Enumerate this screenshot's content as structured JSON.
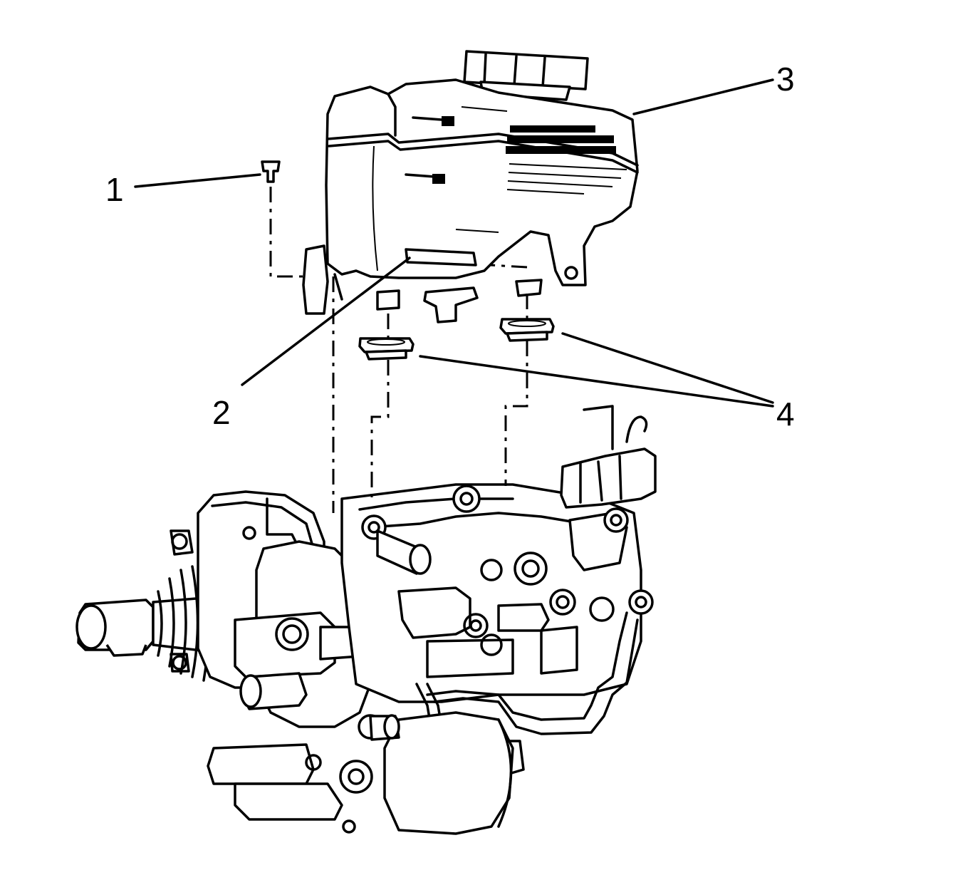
{
  "callouts": [
    {
      "id": "1",
      "label": "1",
      "part": "reservoir-retaining-pin"
    },
    {
      "id": "2",
      "label": "2",
      "part": "reservoir-mounting-tab"
    },
    {
      "id": "3",
      "label": "3",
      "part": "brake-fluid-reservoir"
    },
    {
      "id": "4",
      "label": "4",
      "part": "reservoir-grommets"
    }
  ]
}
